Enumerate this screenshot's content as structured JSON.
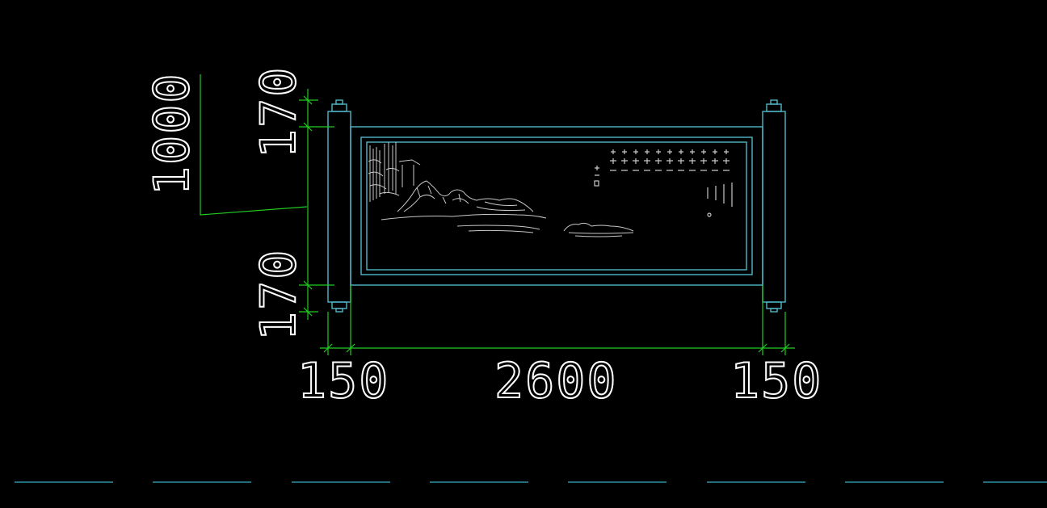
{
  "drawing": {
    "background": "#000000",
    "colors": {
      "outline": "#4fb6c8",
      "dimension": "#22cc22",
      "engraving": "#c8c8c8",
      "text": "#ffffff",
      "ground": "#3aaec4"
    },
    "dimensions": {
      "total_height": "1000",
      "top_rail": "170",
      "bottom_rail": "170",
      "left_post": "150",
      "panel_width": "2600",
      "right_post": "150"
    }
  }
}
